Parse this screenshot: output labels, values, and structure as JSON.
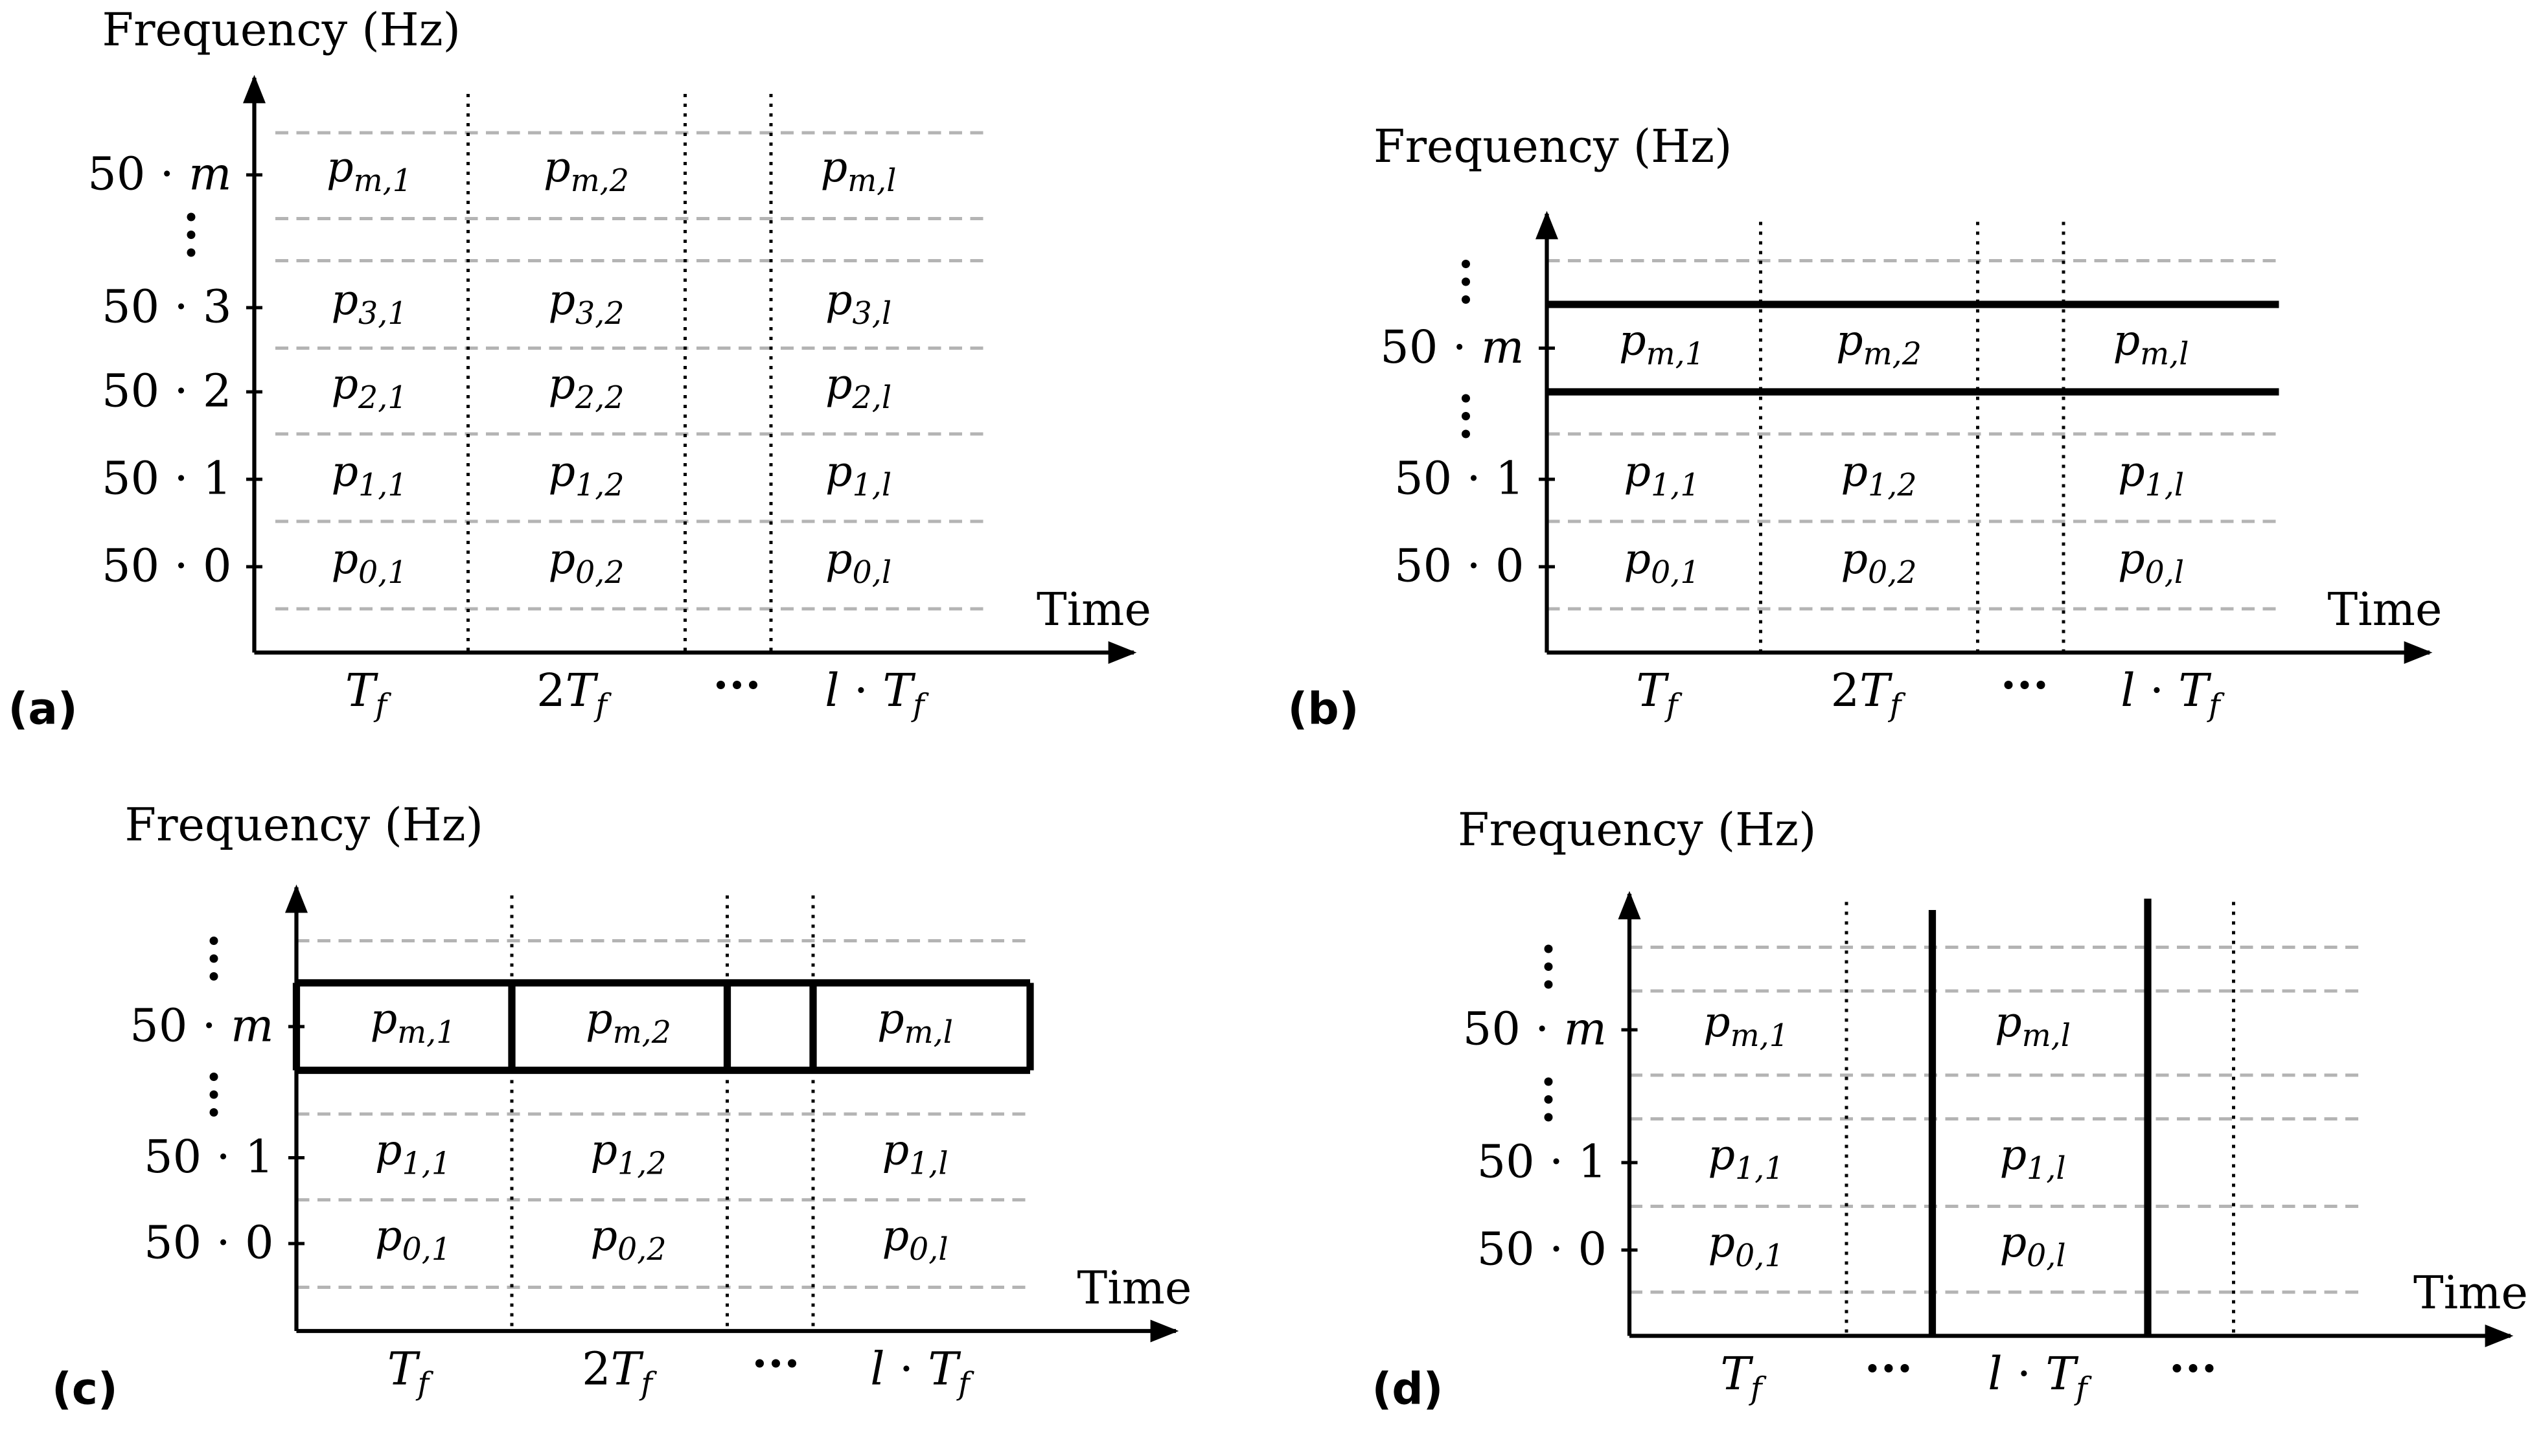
{
  "axis_labels": {
    "y": "Frequency (Hz)",
    "x": "Time"
  },
  "panels": [
    {
      "id": "a",
      "label": "(a)",
      "y_ticks": [
        {
          "base": "50 · ",
          "sym": "m",
          "row": 0
        },
        {
          "base": "50 · 3",
          "sym": "",
          "row": 1
        },
        {
          "base": "50 · 2",
          "sym": "",
          "row": 2
        },
        {
          "base": "50 · 1",
          "sym": "",
          "row": 3
        },
        {
          "base": "50 · 0",
          "sym": "",
          "row": 4
        }
      ],
      "x_ticks": [
        "T_f",
        "2T_f",
        "···",
        "l · T_f"
      ],
      "cells": [
        [
          "p_m,1",
          "p_m,2",
          "p_m,l"
        ],
        [
          "p_3,1",
          "p_3,2",
          "p_3,l"
        ],
        [
          "p_2,1",
          "p_2,2",
          "p_2,l"
        ],
        [
          "p_1,1",
          "p_1,2",
          "p_1,l"
        ],
        [
          "p_0,1",
          "p_0,2",
          "p_0,l"
        ]
      ],
      "highlight": "none"
    },
    {
      "id": "b",
      "label": "(b)",
      "y_ticks": [
        {
          "base": "50 · ",
          "sym": "m",
          "row": 0
        },
        {
          "base": "50 · 1",
          "sym": "",
          "row": 1
        },
        {
          "base": "50 · 0",
          "sym": "",
          "row": 2
        }
      ],
      "x_ticks": [
        "T_f",
        "2T_f",
        "···",
        "l · T_f"
      ],
      "cells": [
        [
          "p_m,1",
          "p_m,2",
          "p_m,l"
        ],
        [
          "p_1,1",
          "p_1,2",
          "p_1,l"
        ],
        [
          "p_0,1",
          "p_0,2",
          "p_0,l"
        ]
      ],
      "highlight": "frequency band m"
    },
    {
      "id": "c",
      "label": "(c)",
      "y_ticks": [
        {
          "base": "50 · ",
          "sym": "m",
          "row": 0
        },
        {
          "base": "50 · 1",
          "sym": "",
          "row": 1
        },
        {
          "base": "50 · 0",
          "sym": "",
          "row": 2
        }
      ],
      "x_ticks": [
        "T_f",
        "2T_f",
        "···",
        "l · T_f"
      ],
      "cells": [
        [
          "p_m,1",
          "p_m,2",
          "p_m,l"
        ],
        [
          "p_1,1",
          "p_1,2",
          "p_1,l"
        ],
        [
          "p_0,1",
          "p_0,2",
          "p_0,l"
        ]
      ],
      "highlight": "cells of band m"
    },
    {
      "id": "d",
      "label": "(d)",
      "y_ticks": [
        {
          "base": "50 · ",
          "sym": "m",
          "row": 0
        },
        {
          "base": "50 · 1",
          "sym": "",
          "row": 1
        },
        {
          "base": "50 · 0",
          "sym": "",
          "row": 2
        }
      ],
      "x_ticks": [
        "T_f",
        "···",
        "l · T_f",
        "···"
      ],
      "cells": [
        [
          "p_m,1",
          "p_m,l"
        ],
        [
          "p_1,1",
          "p_1,l"
        ],
        [
          "p_0,1",
          "p_0,l"
        ]
      ],
      "highlight": "time frame l"
    }
  ]
}
